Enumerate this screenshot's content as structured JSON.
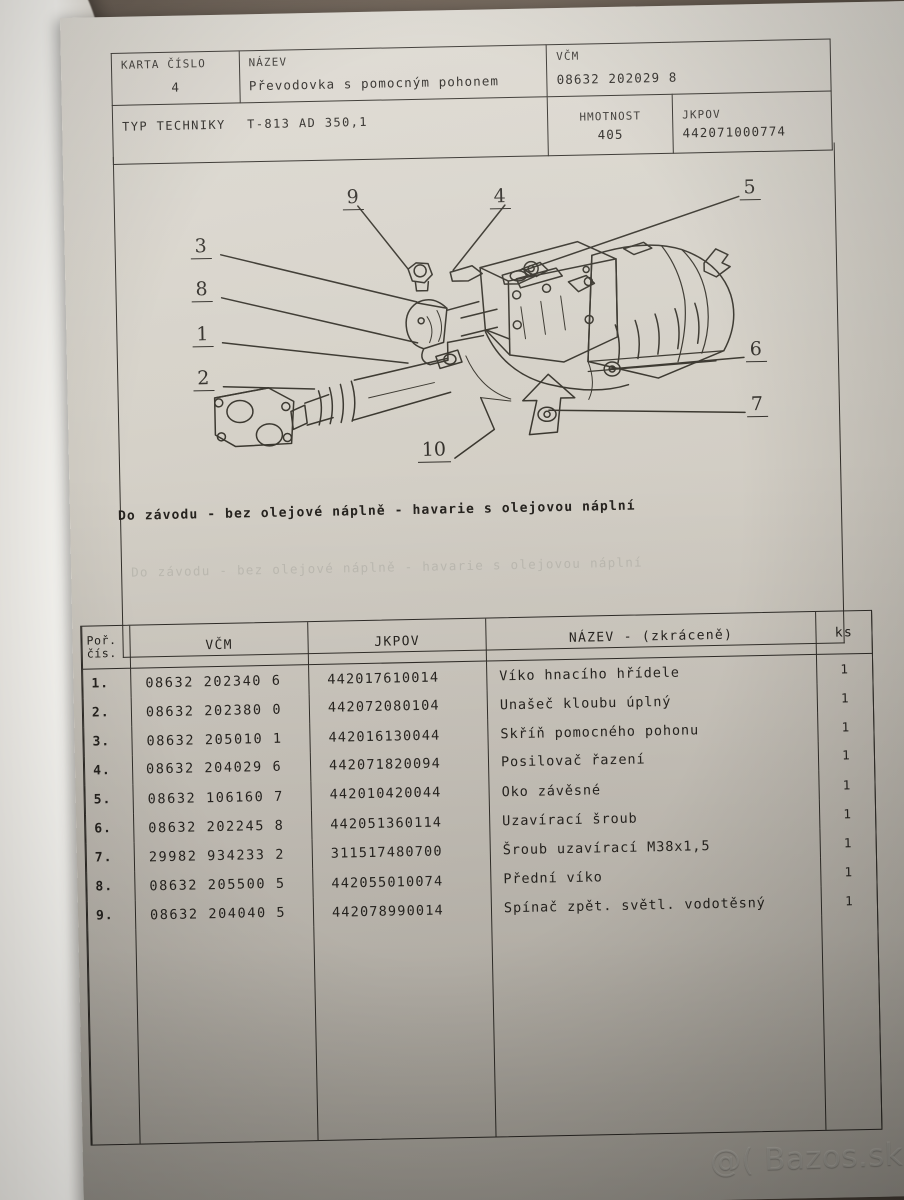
{
  "header": {
    "card_no_label": "KARTA ČÍSLO",
    "card_no_value": "4",
    "name_label": "NÁZEV",
    "name_value": "Převodovka s pomocným pohonem",
    "vcm_label": "VČM",
    "vcm_value": "08632  202029  8",
    "type_label": "TYP   TECHNIKY",
    "type_value": "T-813    AD 350,1",
    "weight_label": "HMOTNOST",
    "weight_value": "405",
    "jkpov_label": "JKPOV",
    "jkpov_value": "442071000774"
  },
  "diagram": {
    "caption": "Do závodu - bez olejové náplně - havarie s olejovou náplní",
    "ghost_caption": "Do závodu - bez olejové náplně - havarie s olejovou náplní",
    "callouts": [
      "1",
      "2",
      "3",
      "4",
      "5",
      "6",
      "7",
      "8",
      "9",
      "10"
    ]
  },
  "parts_table": {
    "columns": [
      "Poř.\nčís.",
      "VČM",
      "JKPOV",
      "NÁZEV - (zkráceně)",
      "ks"
    ],
    "col_ord": "Poř.",
    "col_ord2": "čís.",
    "col_vcm": "VČM",
    "col_jkpov": "JKPOV",
    "col_name": "NÁZEV - (zkráceně)",
    "col_ks": "ks",
    "rows": [
      {
        "ord": "1.",
        "vcm": "08632  202340  6",
        "jkpov": "442017610014",
        "name": "Víko hnacího hřídele",
        "ks": "1"
      },
      {
        "ord": "2.",
        "vcm": "08632  202380  0",
        "jkpov": "442072080104",
        "name": "Unašeč kloubu úplný",
        "ks": "1"
      },
      {
        "ord": "3.",
        "vcm": "08632  205010  1",
        "jkpov": "442016130044",
        "name": "Skříň pomocného pohonu",
        "ks": "1"
      },
      {
        "ord": "4.",
        "vcm": "08632  204029  6",
        "jkpov": "442071820094",
        "name": "Posilovač řazení",
        "ks": "1"
      },
      {
        "ord": "5.",
        "vcm": "08632  106160  7",
        "jkpov": "442010420044",
        "name": "Oko závěsné",
        "ks": "1"
      },
      {
        "ord": "6.",
        "vcm": "08632  202245  8",
        "jkpov": "442051360114",
        "name": "Uzavírací šroub",
        "ks": "1"
      },
      {
        "ord": "7.",
        "vcm": "29982  934233  2",
        "jkpov": "311517480700",
        "name": "Šroub uzavírací M38x1,5",
        "ks": "1"
      },
      {
        "ord": "8.",
        "vcm": "08632  205500  5",
        "jkpov": "442055010074",
        "name": "Přední víko",
        "ks": "1"
      },
      {
        "ord": "9.",
        "vcm": "08632  204040  5",
        "jkpov": "442078990014",
        "name": "Spínač zpět. světl. vodotěsný",
        "ks": "1"
      }
    ]
  },
  "watermark": {
    "text": "@( Bazos.sk"
  },
  "colors": {
    "paper": "#d6d2c9",
    "ink": "#2b2824",
    "backdrop": "#6a5e52",
    "watermark": "#e8e4dc"
  }
}
